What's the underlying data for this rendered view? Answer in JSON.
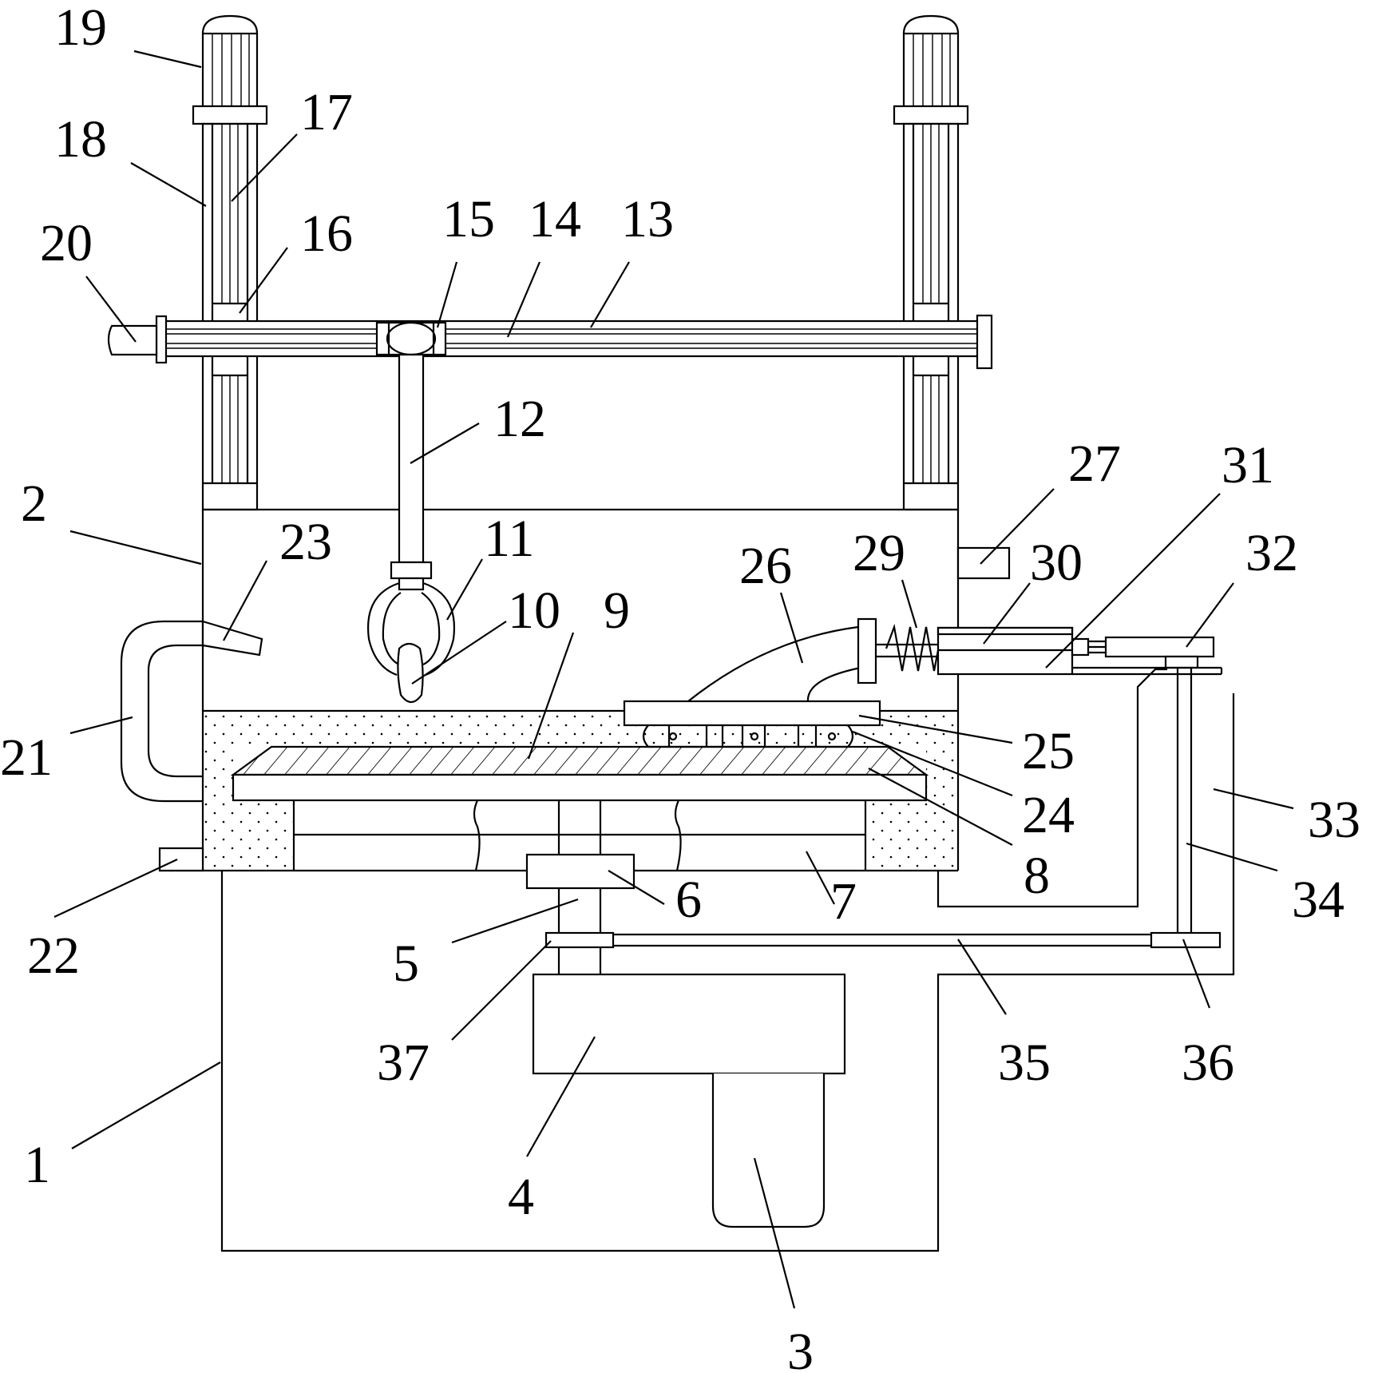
{
  "figure": {
    "type": "mechanical-diagram",
    "labels": [
      {
        "id": "1",
        "text": "1"
      },
      {
        "id": "2",
        "text": "2"
      },
      {
        "id": "3",
        "text": "3"
      },
      {
        "id": "4",
        "text": "4"
      },
      {
        "id": "5",
        "text": "5"
      },
      {
        "id": "6",
        "text": "6"
      },
      {
        "id": "7",
        "text": "7"
      },
      {
        "id": "8",
        "text": "8"
      },
      {
        "id": "9",
        "text": "9"
      },
      {
        "id": "10",
        "text": "10"
      },
      {
        "id": "11",
        "text": "11"
      },
      {
        "id": "12",
        "text": "12"
      },
      {
        "id": "13",
        "text": "13"
      },
      {
        "id": "14",
        "text": "14"
      },
      {
        "id": "15",
        "text": "15"
      },
      {
        "id": "16",
        "text": "16"
      },
      {
        "id": "17",
        "text": "17"
      },
      {
        "id": "18",
        "text": "18"
      },
      {
        "id": "19",
        "text": "19"
      },
      {
        "id": "20",
        "text": "20"
      },
      {
        "id": "21",
        "text": "21"
      },
      {
        "id": "22",
        "text": "22"
      },
      {
        "id": "23",
        "text": "23"
      },
      {
        "id": "24",
        "text": "24"
      },
      {
        "id": "25",
        "text": "25"
      },
      {
        "id": "26",
        "text": "26"
      },
      {
        "id": "27",
        "text": "27"
      },
      {
        "id": "29",
        "text": "29"
      },
      {
        "id": "30",
        "text": "30"
      },
      {
        "id": "31",
        "text": "31"
      },
      {
        "id": "32",
        "text": "32"
      },
      {
        "id": "33",
        "text": "33"
      },
      {
        "id": "34",
        "text": "34"
      },
      {
        "id": "35",
        "text": "35"
      },
      {
        "id": "36",
        "text": "36"
      },
      {
        "id": "37",
        "text": "37"
      }
    ]
  }
}
